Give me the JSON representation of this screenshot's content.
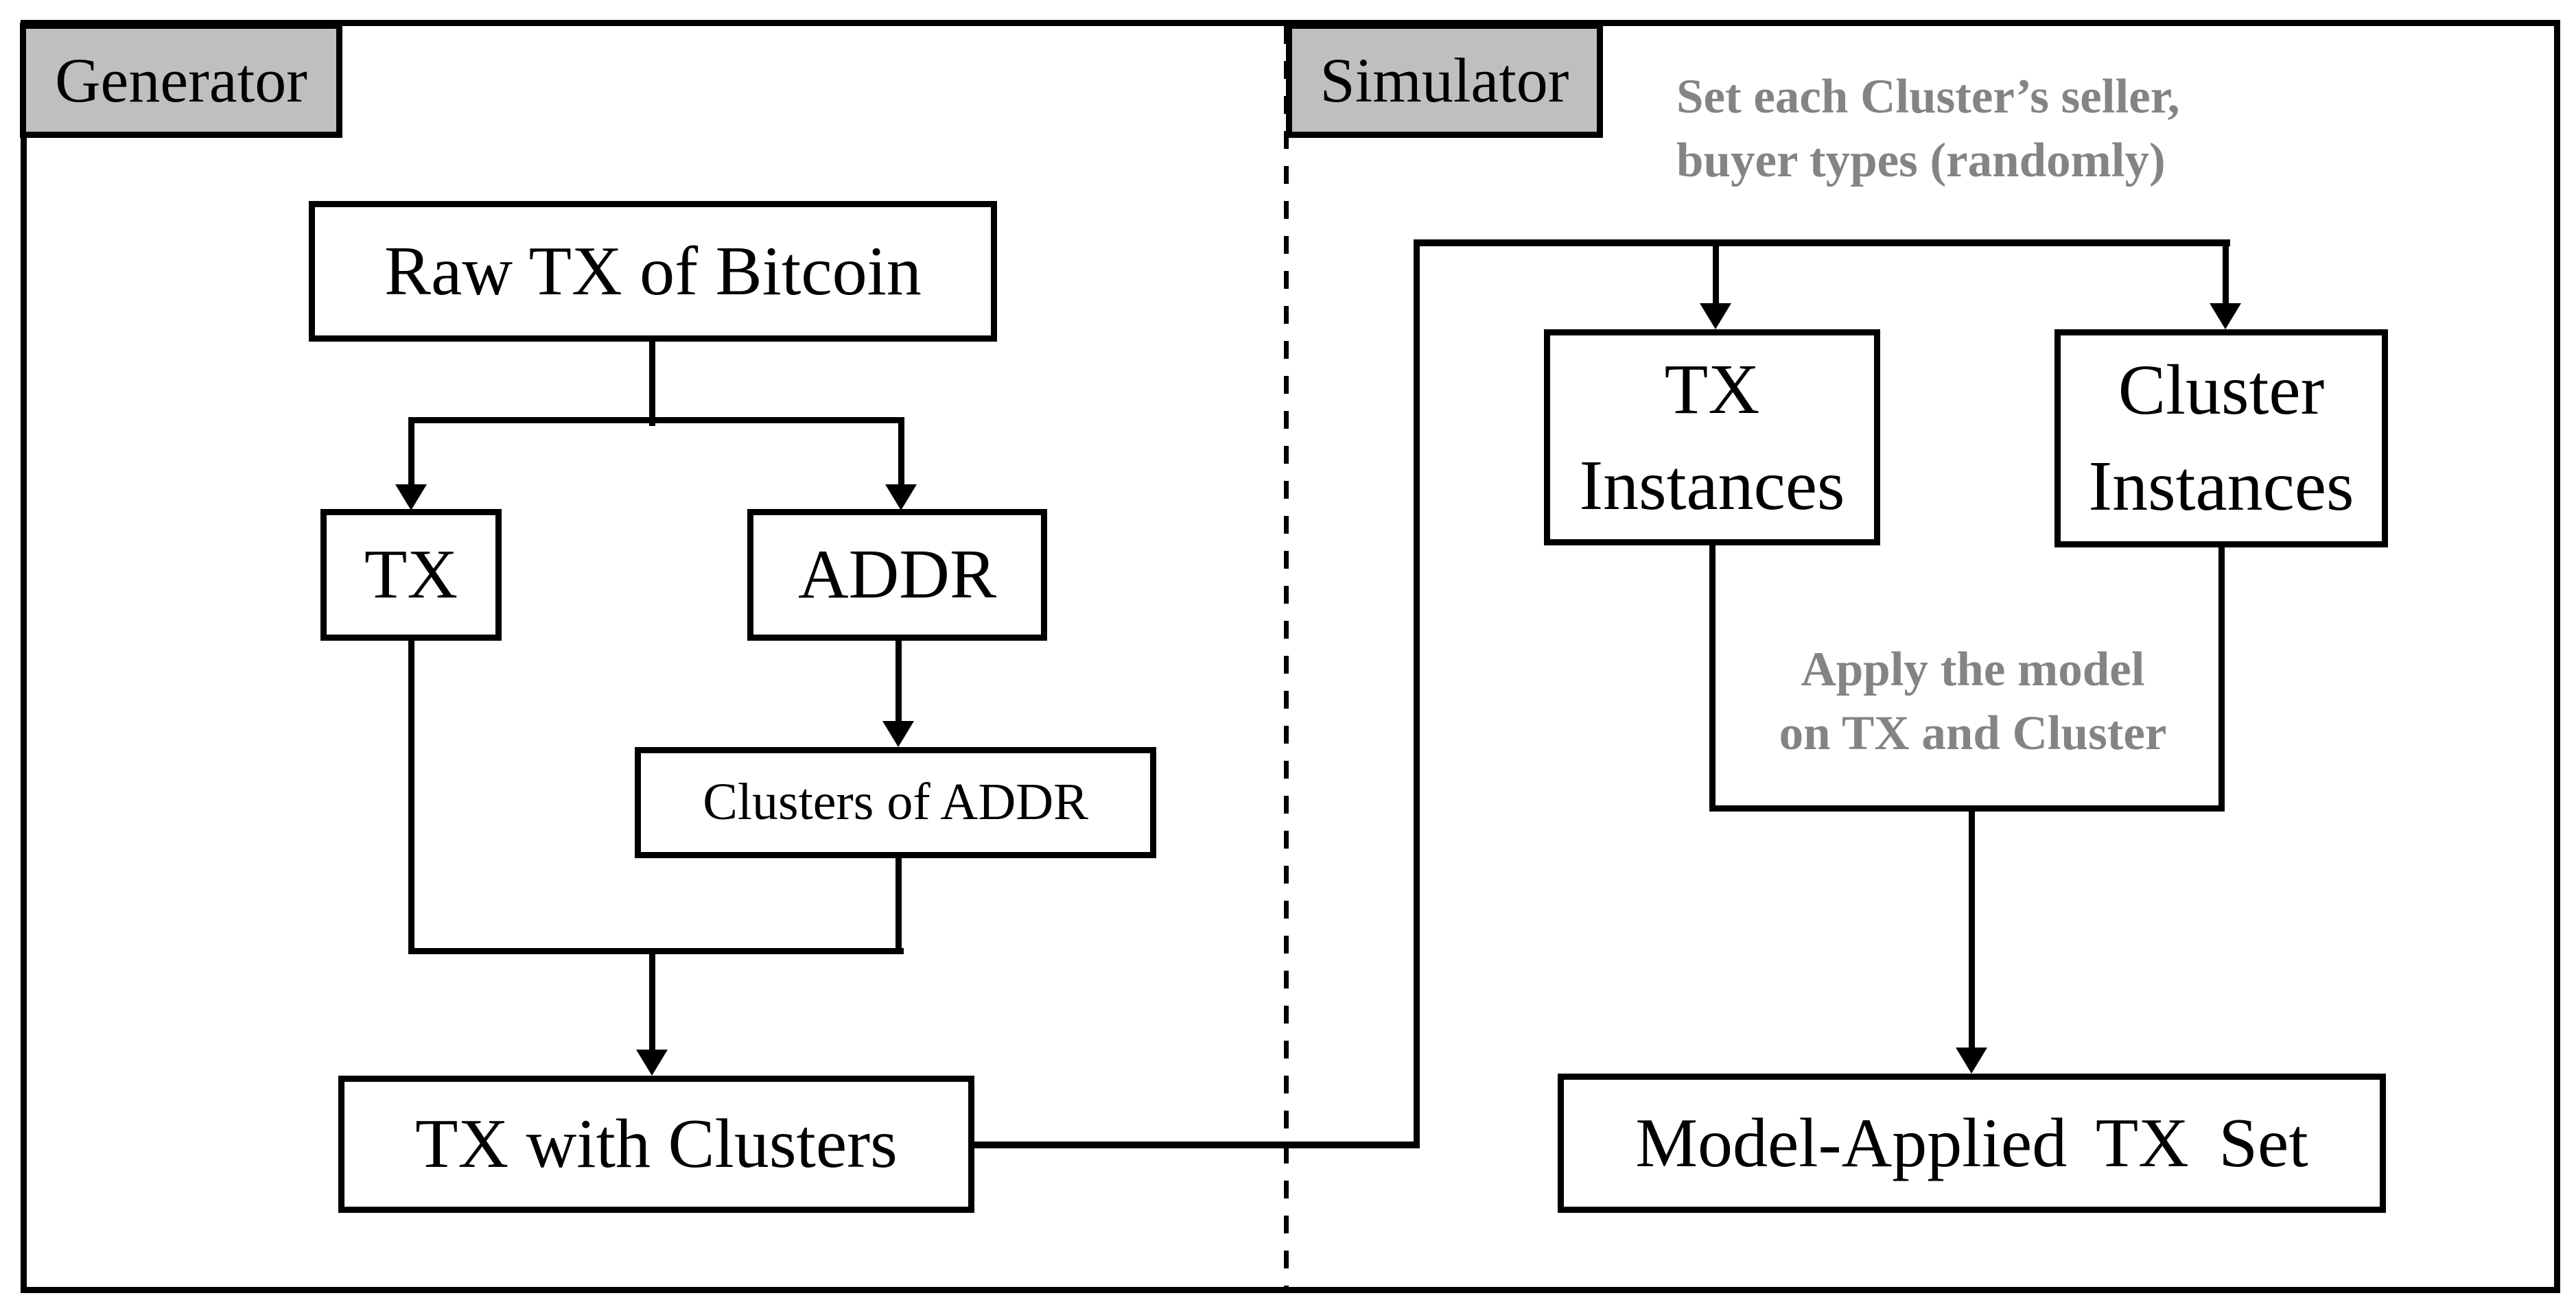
{
  "panels": {
    "generator": {
      "label": "Generator"
    },
    "simulator": {
      "label": "Simulator"
    }
  },
  "annotations": {
    "set_each": {
      "line1": "Set each Cluster’s seller,",
      "line2": "buyer types (randomly)"
    },
    "apply_model": {
      "line1": "Apply the model",
      "line2": "on TX and Cluster"
    }
  },
  "nodes": {
    "raw_tx": {
      "label": "Raw TX of Bitcoin"
    },
    "tx": {
      "label": "TX"
    },
    "addr": {
      "label": "ADDR"
    },
    "clusters_of_addr": {
      "label": "Clusters of ADDR"
    },
    "tx_with_clusters": {
      "label": "TX with Clusters"
    },
    "tx_instances": {
      "line1": "TX",
      "line2": "Instances"
    },
    "cluster_instances": {
      "line1": "Cluster",
      "line2": "Instances"
    },
    "model_applied": {
      "label": "Model-Applied TX Set"
    }
  },
  "colors": {
    "tab_fill": "#bfbfbf",
    "annotation_gray": "#848484",
    "line": "#000000",
    "background": "#ffffff"
  }
}
